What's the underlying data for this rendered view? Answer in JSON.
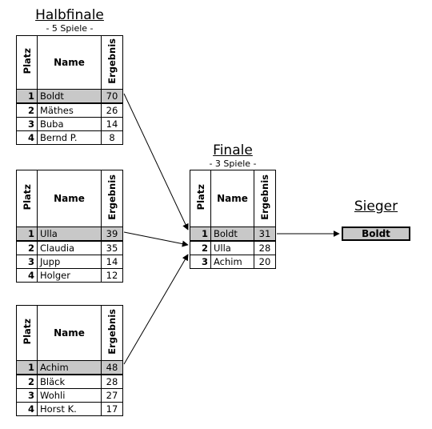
{
  "halbfinale": {
    "title": "Halbfinale",
    "subtitle": "- 5 Spiele -",
    "col_rank": "Platz",
    "col_name": "Name",
    "col_score": "Ergebnis",
    "groups": [
      {
        "rows": [
          {
            "rank": "1",
            "name": "Boldt",
            "score": "70"
          },
          {
            "rank": "2",
            "name": "Mäthes",
            "score": "26"
          },
          {
            "rank": "3",
            "name": "Buba",
            "score": "14"
          },
          {
            "rank": "4",
            "name": "Bernd P.",
            "score": "8"
          }
        ]
      },
      {
        "rows": [
          {
            "rank": "1",
            "name": "Ulla",
            "score": "39"
          },
          {
            "rank": "2",
            "name": "Claudia",
            "score": "35"
          },
          {
            "rank": "3",
            "name": "Jupp",
            "score": "14"
          },
          {
            "rank": "4",
            "name": "Holger",
            "score": "12"
          }
        ]
      },
      {
        "rows": [
          {
            "rank": "1",
            "name": "Achim",
            "score": "48"
          },
          {
            "rank": "2",
            "name": "Bläck",
            "score": "28"
          },
          {
            "rank": "3",
            "name": "Wohli",
            "score": "27"
          },
          {
            "rank": "4",
            "name": "Horst K.",
            "score": "17"
          }
        ]
      }
    ]
  },
  "finale": {
    "title": "Finale",
    "subtitle": "- 3 Spiele -",
    "col_rank": "Platz",
    "col_name": "Name",
    "col_score": "Ergebnis",
    "rows": [
      {
        "rank": "1",
        "name": "Boldt",
        "score": "31"
      },
      {
        "rank": "2",
        "name": "Ulla",
        "score": "28"
      },
      {
        "rank": "3",
        "name": "Achim",
        "score": "20"
      }
    ]
  },
  "sieger": {
    "title": "Sieger",
    "name": "Boldt"
  }
}
